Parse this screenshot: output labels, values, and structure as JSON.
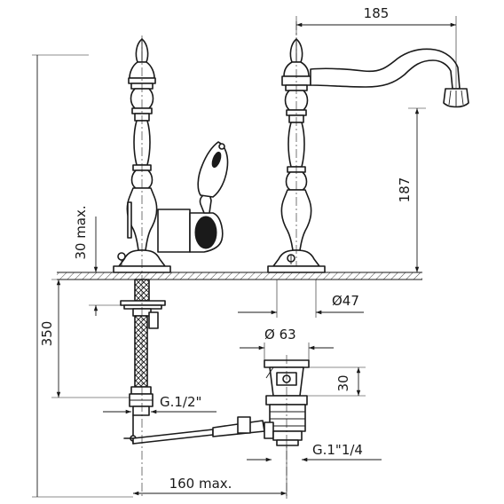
{
  "dimensions": {
    "top_width": "185",
    "spout_height": "187",
    "base_diameter": "Ø47",
    "total_depth": "350",
    "mount_max": "30 max.",
    "drain_diameter": "Ø 63",
    "drain_height": "30",
    "supply_thread": "G.1/2\"",
    "drain_thread": "G.1\"1/4",
    "rod_length": "160 max."
  }
}
